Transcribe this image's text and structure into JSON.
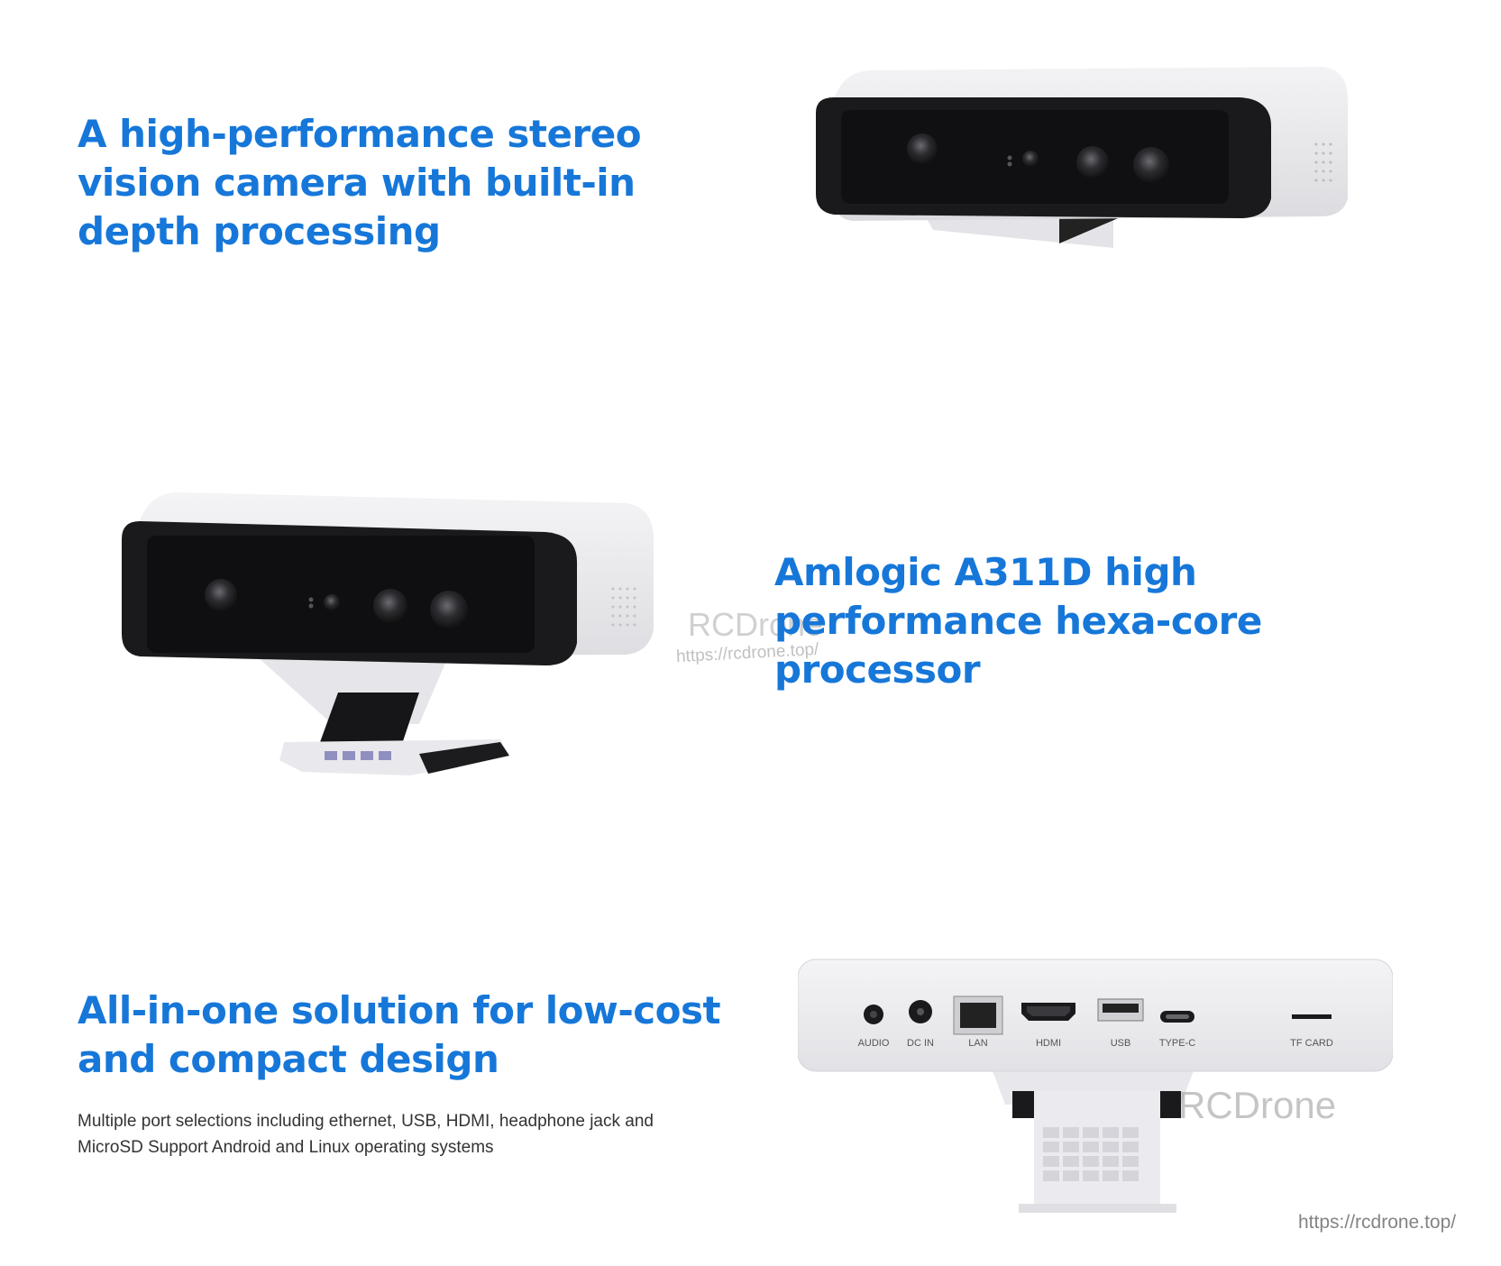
{
  "section1": {
    "headline_lines": [
      "A high-performance stereo",
      "vision camera with built-in",
      "depth processing"
    ]
  },
  "section2": {
    "headline_lines": [
      "Amlogic A311D high",
      "performance hexa-core",
      "processor"
    ]
  },
  "section3": {
    "headline_lines": [
      "All-in-one solution for low-cost",
      "and compact design"
    ],
    "body_lines": [
      "Multiple port selections including ethernet, USB, HDMI, headphone jack and",
      "MicroSD Support Android and Linux operating systems"
    ],
    "ports": [
      "AUDIO",
      "DC IN",
      "LAN",
      "HDMI",
      "USB",
      "TYPE-C",
      "TF CARD"
    ]
  },
  "watermarks": {
    "brand": "RCDrone",
    "url": "https://rcdrone.top/"
  },
  "colors": {
    "headline": "#1677d9",
    "body_text": "#333333",
    "background": "#ffffff"
  }
}
